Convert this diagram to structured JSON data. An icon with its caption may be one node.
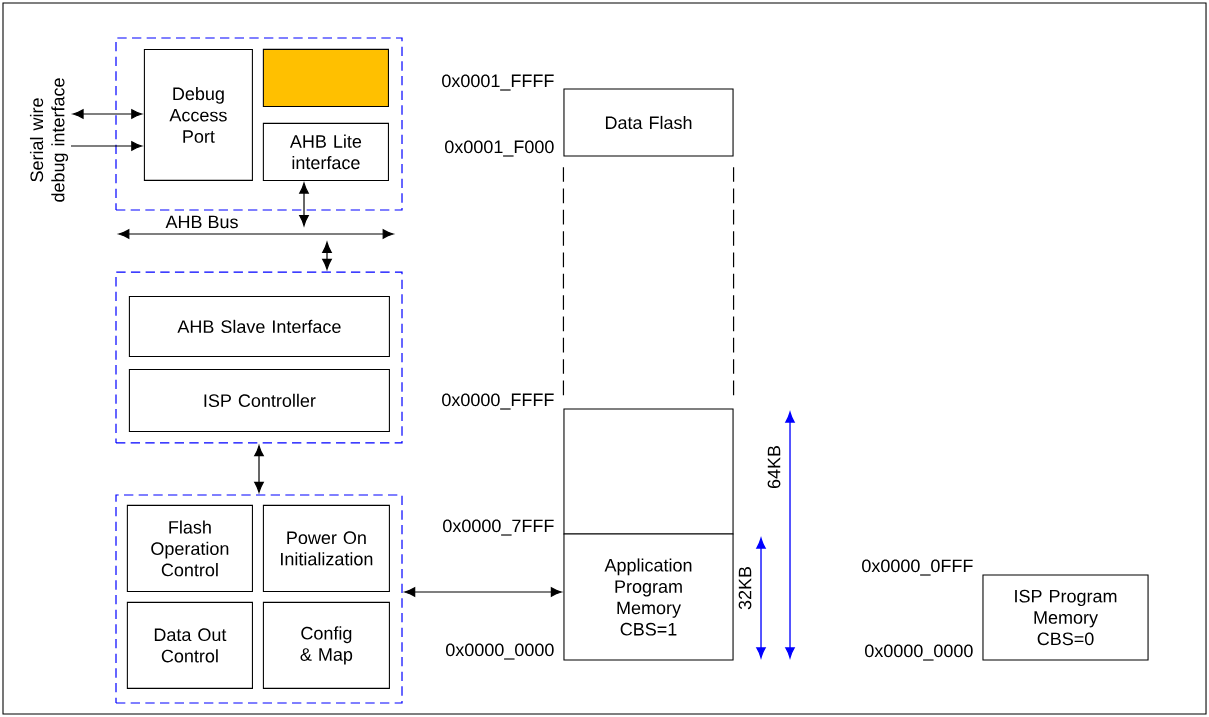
{
  "diagram": {
    "nodes": [
      {
        "text": [],
        "shape": "box"
      },
      {
        "text": [
          "Debug Access Port"
        ],
        "in": 0
      },
      {
        "text": [],
        "shape": "box",
        "in": 0
      },
      {
        "text": [
          "AHB Lite interface"
        ],
        "in": 0
      },
      {
        "text": [
          "Serial wire debug interface"
        ]
      },
      {
        "text": [],
        "shape": "bar"
      },
      {
        "text": [],
        "shape": "box"
      },
      {
        "text": [
          "AHB Slave Interface"
        ],
        "in": 6
      },
      {
        "text": [
          "ISP Controller"
        ],
        "in": 6
      },
      {
        "text": [],
        "shape": "box"
      },
      {
        "text": [
          "Flash Operation Control"
        ],
        "in": 9
      },
      {
        "text": [
          "Power On Initialization"
        ],
        "in": 9
      },
      {
        "text": [
          "Data Out Control"
        ],
        "in": 9
      },
      {
        "text": [
          "Config & Map"
        ],
        "in": 9
      },
      {
        "text": [
          "Data Flash"
        ]
      },
      {
        "text": [],
        "shape": "box"
      },
      {
        "text": [
          "Application Program Memory CBS=1"
        ]
      },
      {
        "text": [
          "ISP Program Memory CBS=0"
        ]
      }
    ],
    "edges": [
      {
        "from": 4,
        "to": 1,
        "arrow": "both"
      },
      {
        "from": 4,
        "to": 1,
        "arrow": "to"
      },
      {
        "from": 3,
        "to": 5,
        "arrow": "both"
      },
      {
        "from": 5,
        "to": 6,
        "arrow": "both"
      },
      {
        "from": 6,
        "to": 9,
        "arrow": "both"
      },
      {
        "from": 9,
        "to": 16,
        "arrow": "both"
      },
      {
        "from": 14,
        "to": 15,
        "arrow": "none",
        "style": "dashed"
      },
      {
        "from": 14,
        "to": 15,
        "arrow": "none",
        "style": "dashed"
      }
    ],
    "labels": [
      "AHB Bus",
      "0x0001_FFFF",
      "0x0001_F000",
      "0x0000_FFFF",
      "0x0000_7FFF",
      "0x0000_0000",
      "64KB",
      "32KB",
      "0x0000_0FFF",
      "0x0000_0000"
    ]
  }
}
